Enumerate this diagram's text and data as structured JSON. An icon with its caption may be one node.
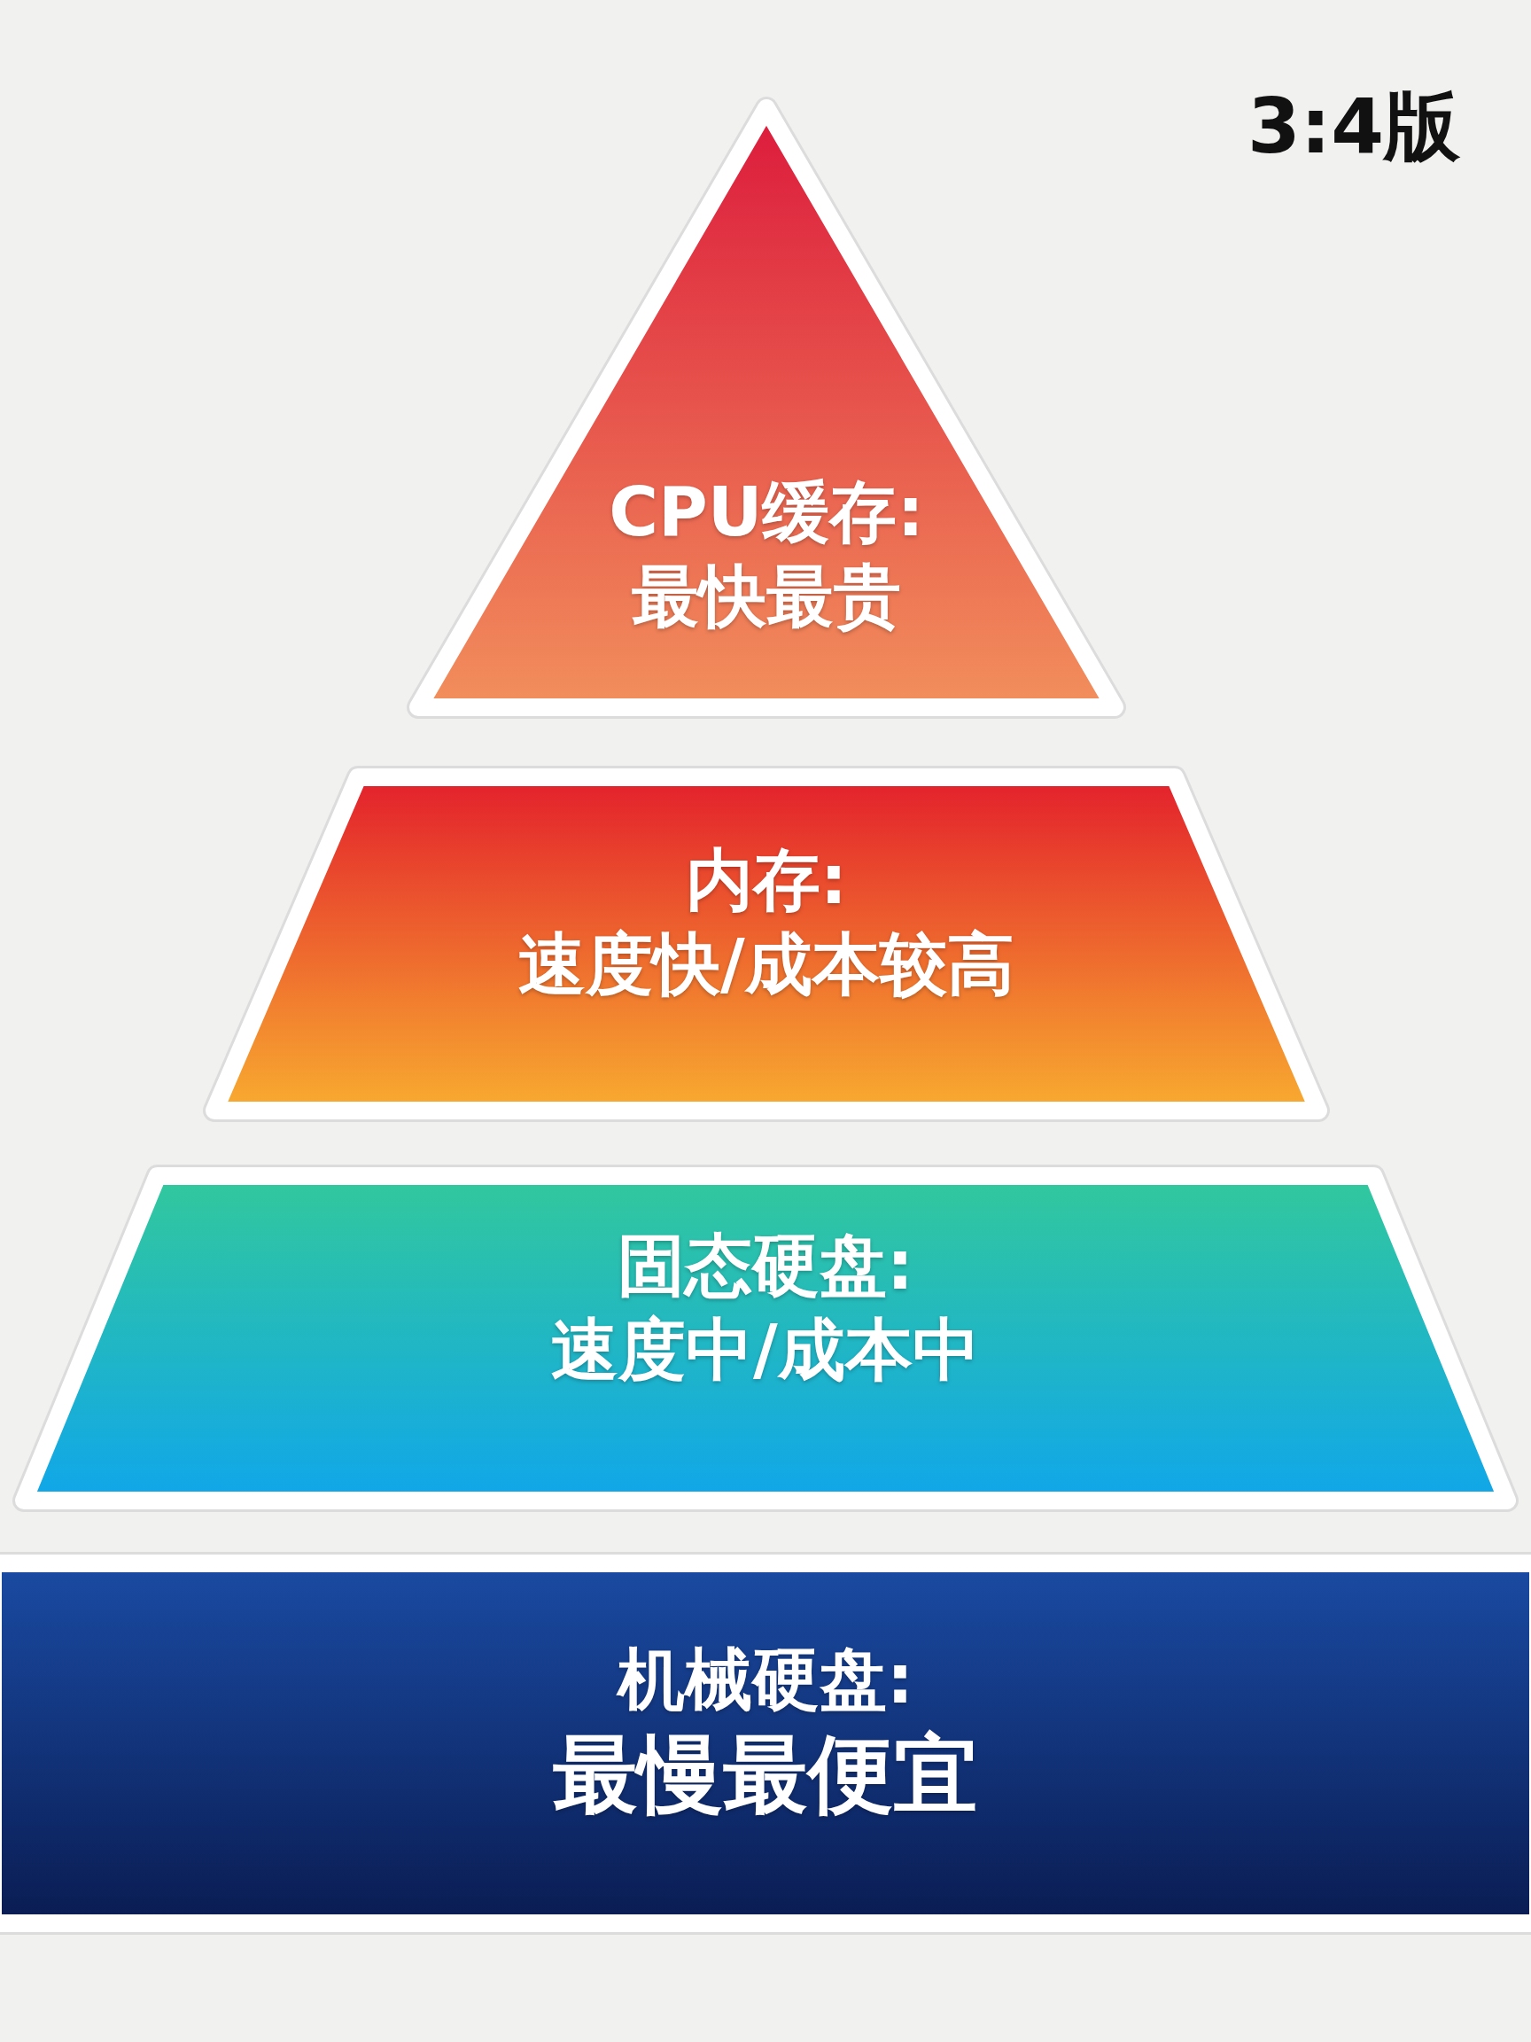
{
  "diagram": {
    "nodes": [
      {
        "text": [
          "CPU缓存:",
          "最快最贵"
        ]
      },
      {
        "text": [
          "内存:",
          "速度快/成本较高"
        ]
      },
      {
        "text": [
          "固态硬盘:",
          "速度中/成本中"
        ]
      },
      {
        "text": [
          "机械硬盘:",
          "最慢最便宜"
        ]
      }
    ],
    "edges": [],
    "labels": [
      "3:4版"
    ]
  }
}
